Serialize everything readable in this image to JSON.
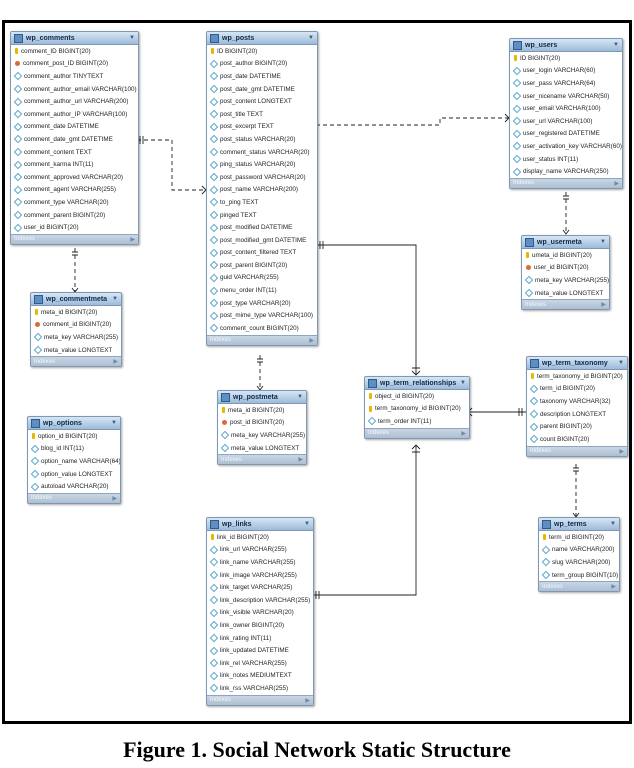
{
  "caption": "Figure 1. Social Network Static Structure",
  "indexes_label": "Indexes",
  "tables": {
    "wp_comments": {
      "name": "wp_comments",
      "columns": [
        {
          "t": "key",
          "n": "comment_ID BIGINT(20)"
        },
        {
          "t": "fk",
          "n": "comment_post_ID BIGINT(20)"
        },
        {
          "t": "col",
          "n": "comment_author TINYTEXT"
        },
        {
          "t": "col",
          "n": "comment_author_email VARCHAR(100)"
        },
        {
          "t": "col",
          "n": "comment_author_url VARCHAR(200)"
        },
        {
          "t": "col",
          "n": "comment_author_IP VARCHAR(100)"
        },
        {
          "t": "col",
          "n": "comment_date DATETIME"
        },
        {
          "t": "col",
          "n": "comment_date_gmt DATETIME"
        },
        {
          "t": "col",
          "n": "comment_content TEXT"
        },
        {
          "t": "col",
          "n": "comment_karma INT(11)"
        },
        {
          "t": "col",
          "n": "comment_approved VARCHAR(20)"
        },
        {
          "t": "col",
          "n": "comment_agent VARCHAR(255)"
        },
        {
          "t": "col",
          "n": "comment_type VARCHAR(20)"
        },
        {
          "t": "col",
          "n": "comment_parent BIGINT(20)"
        },
        {
          "t": "col",
          "n": "user_id BIGINT(20)"
        }
      ]
    },
    "wp_posts": {
      "name": "wp_posts",
      "columns": [
        {
          "t": "key",
          "n": "ID BIGINT(20)"
        },
        {
          "t": "col",
          "n": "post_author BIGINT(20)"
        },
        {
          "t": "col",
          "n": "post_date DATETIME"
        },
        {
          "t": "col",
          "n": "post_date_gmt DATETIME"
        },
        {
          "t": "col",
          "n": "post_content LONGTEXT"
        },
        {
          "t": "col",
          "n": "post_title TEXT"
        },
        {
          "t": "col",
          "n": "post_excerpt TEXT"
        },
        {
          "t": "col",
          "n": "post_status VARCHAR(20)"
        },
        {
          "t": "col",
          "n": "comment_status VARCHAR(20)"
        },
        {
          "t": "col",
          "n": "ping_status VARCHAR(20)"
        },
        {
          "t": "col",
          "n": "post_password VARCHAR(20)"
        },
        {
          "t": "col",
          "n": "post_name VARCHAR(200)"
        },
        {
          "t": "col",
          "n": "to_ping TEXT"
        },
        {
          "t": "col",
          "n": "pinged TEXT"
        },
        {
          "t": "col",
          "n": "post_modified DATETIME"
        },
        {
          "t": "col",
          "n": "post_modified_gmt DATETIME"
        },
        {
          "t": "col",
          "n": "post_content_filtered TEXT"
        },
        {
          "t": "col",
          "n": "post_parent BIGINT(20)"
        },
        {
          "t": "col",
          "n": "guid VARCHAR(255)"
        },
        {
          "t": "col",
          "n": "menu_order INT(11)"
        },
        {
          "t": "col",
          "n": "post_type VARCHAR(20)"
        },
        {
          "t": "col",
          "n": "post_mime_type VARCHAR(100)"
        },
        {
          "t": "col",
          "n": "comment_count BIGINT(20)"
        }
      ]
    },
    "wp_users": {
      "name": "wp_users",
      "columns": [
        {
          "t": "key",
          "n": "ID BIGINT(20)"
        },
        {
          "t": "col",
          "n": "user_login VARCHAR(60)"
        },
        {
          "t": "col",
          "n": "user_pass VARCHAR(64)"
        },
        {
          "t": "col",
          "n": "user_nicename VARCHAR(50)"
        },
        {
          "t": "col",
          "n": "user_email VARCHAR(100)"
        },
        {
          "t": "col",
          "n": "user_url VARCHAR(100)"
        },
        {
          "t": "col",
          "n": "user_registered DATETIME"
        },
        {
          "t": "col",
          "n": "user_activation_key VARCHAR(60)"
        },
        {
          "t": "col",
          "n": "user_status INT(11)"
        },
        {
          "t": "col",
          "n": "display_name VARCHAR(250)"
        }
      ]
    },
    "wp_usermeta": {
      "name": "wp_usermeta",
      "columns": [
        {
          "t": "key",
          "n": "umeta_id BIGINT(20)"
        },
        {
          "t": "fk",
          "n": "user_id BIGINT(20)"
        },
        {
          "t": "col",
          "n": "meta_key VARCHAR(255)"
        },
        {
          "t": "col",
          "n": "meta_value LONGTEXT"
        }
      ]
    },
    "wp_commentmeta": {
      "name": "wp_commentmeta",
      "columns": [
        {
          "t": "key",
          "n": "meta_id BIGINT(20)"
        },
        {
          "t": "fk",
          "n": "comment_id BIGINT(20)"
        },
        {
          "t": "col",
          "n": "meta_key VARCHAR(255)"
        },
        {
          "t": "col",
          "n": "meta_value LONGTEXT"
        }
      ]
    },
    "wp_postmeta": {
      "name": "wp_postmeta",
      "columns": [
        {
          "t": "key",
          "n": "meta_id BIGINT(20)"
        },
        {
          "t": "fk",
          "n": "post_id BIGINT(20)"
        },
        {
          "t": "col",
          "n": "meta_key VARCHAR(255)"
        },
        {
          "t": "col",
          "n": "meta_value LONGTEXT"
        }
      ]
    },
    "wp_options": {
      "name": "wp_options",
      "columns": [
        {
          "t": "key",
          "n": "option_id BIGINT(20)"
        },
        {
          "t": "col",
          "n": "blog_id INT(11)"
        },
        {
          "t": "col",
          "n": "option_name VARCHAR(64)"
        },
        {
          "t": "col",
          "n": "option_value LONGTEXT"
        },
        {
          "t": "col",
          "n": "autoload VARCHAR(20)"
        }
      ]
    },
    "wp_term_relationships": {
      "name": "wp_term_relationships",
      "columns": [
        {
          "t": "key",
          "n": "object_id BIGINT(20)"
        },
        {
          "t": "key",
          "n": "term_taxonomy_id BIGINT(20)"
        },
        {
          "t": "col",
          "n": "term_order INT(11)"
        }
      ]
    },
    "wp_term_taxonomy": {
      "name": "wp_term_taxonomy",
      "columns": [
        {
          "t": "key",
          "n": "term_taxonomy_id BIGINT(20)"
        },
        {
          "t": "col",
          "n": "term_id BIGINT(20)"
        },
        {
          "t": "col",
          "n": "taxonomy VARCHAR(32)"
        },
        {
          "t": "col",
          "n": "description LONGTEXT"
        },
        {
          "t": "col",
          "n": "parent BIGINT(20)"
        },
        {
          "t": "col",
          "n": "count BIGINT(20)"
        }
      ]
    },
    "wp_terms": {
      "name": "wp_terms",
      "columns": [
        {
          "t": "key",
          "n": "term_id BIGINT(20)"
        },
        {
          "t": "col",
          "n": "name VARCHAR(200)"
        },
        {
          "t": "col",
          "n": "slug VARCHAR(200)"
        },
        {
          "t": "col",
          "n": "term_group BIGINT(10)"
        }
      ]
    },
    "wp_links": {
      "name": "wp_links",
      "columns": [
        {
          "t": "key",
          "n": "link_id BIGINT(20)"
        },
        {
          "t": "col",
          "n": "link_url VARCHAR(255)"
        },
        {
          "t": "col",
          "n": "link_name VARCHAR(255)"
        },
        {
          "t": "col",
          "n": "link_image VARCHAR(255)"
        },
        {
          "t": "col",
          "n": "link_target VARCHAR(25)"
        },
        {
          "t": "col",
          "n": "link_description VARCHAR(255)"
        },
        {
          "t": "col",
          "n": "link_visible VARCHAR(20)"
        },
        {
          "t": "col",
          "n": "link_owner BIGINT(20)"
        },
        {
          "t": "col",
          "n": "link_rating INT(11)"
        },
        {
          "t": "col",
          "n": "link_updated DATETIME"
        },
        {
          "t": "col",
          "n": "link_rel VARCHAR(255)"
        },
        {
          "t": "col",
          "n": "link_notes MEDIUMTEXT"
        },
        {
          "t": "col",
          "n": "link_rss VARCHAR(255)"
        }
      ]
    }
  }
}
